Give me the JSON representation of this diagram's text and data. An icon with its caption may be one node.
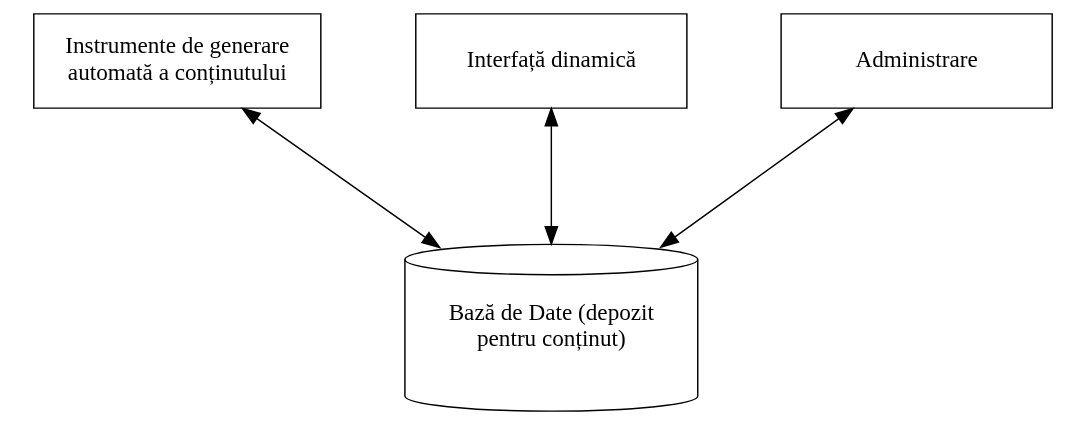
{
  "diagram": {
    "nodes": [
      {
        "text": [
          "Instrumente de generare automată a conținutului"
        ]
      },
      {
        "text": [
          "Interfață dinamică"
        ]
      },
      {
        "text": [
          "Administrare"
        ]
      },
      {
        "text": [
          "Bază de Date (depozit pentru conținut)"
        ]
      }
    ],
    "edges": [
      {
        "from": 0,
        "to": 3,
        "arrow": "both"
      },
      {
        "from": 1,
        "to": 3,
        "arrow": "both"
      },
      {
        "from": 2,
        "to": 3,
        "arrow": "both"
      }
    ]
  }
}
